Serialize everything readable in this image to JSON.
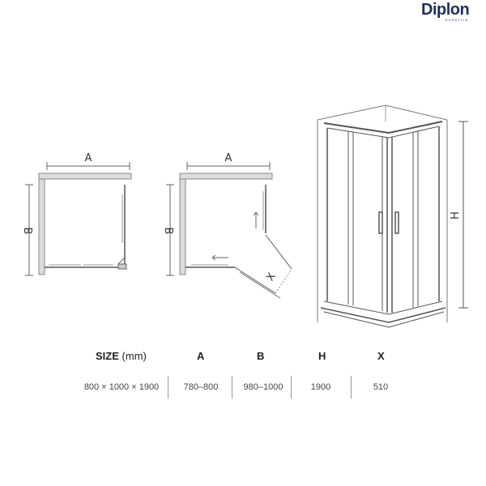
{
  "brand": {
    "name": "Diplon",
    "tagline": "KUPATILA"
  },
  "diagram": {
    "dim_a": "A",
    "dim_b": "B",
    "dim_h": "H",
    "dim_x": "X"
  },
  "spec_table": {
    "size_label": "SIZE",
    "size_unit": "(mm)",
    "col_a": "A",
    "col_b": "B",
    "col_h": "H",
    "col_x": "X",
    "row": {
      "size": "800 × 1000 × 1900",
      "a": "780–800",
      "b": "980–1000",
      "h": "1900",
      "x": "510"
    }
  }
}
